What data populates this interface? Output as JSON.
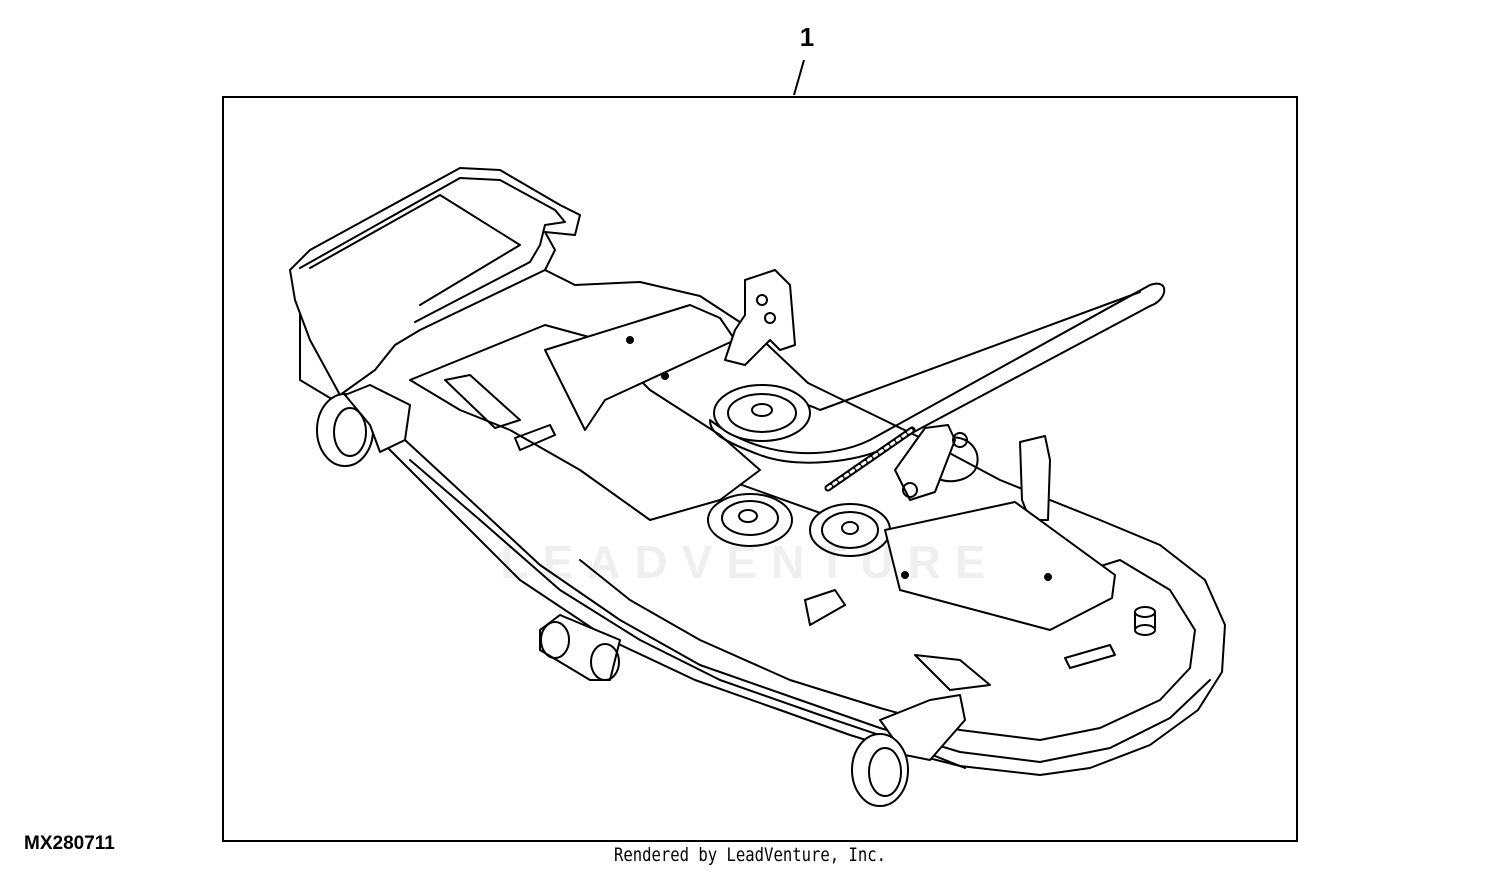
{
  "callout_label": "1",
  "figure_id": "MX280711",
  "credit": "Rendered by LeadVenture, Inc.",
  "watermark": "LEADVENTURE"
}
